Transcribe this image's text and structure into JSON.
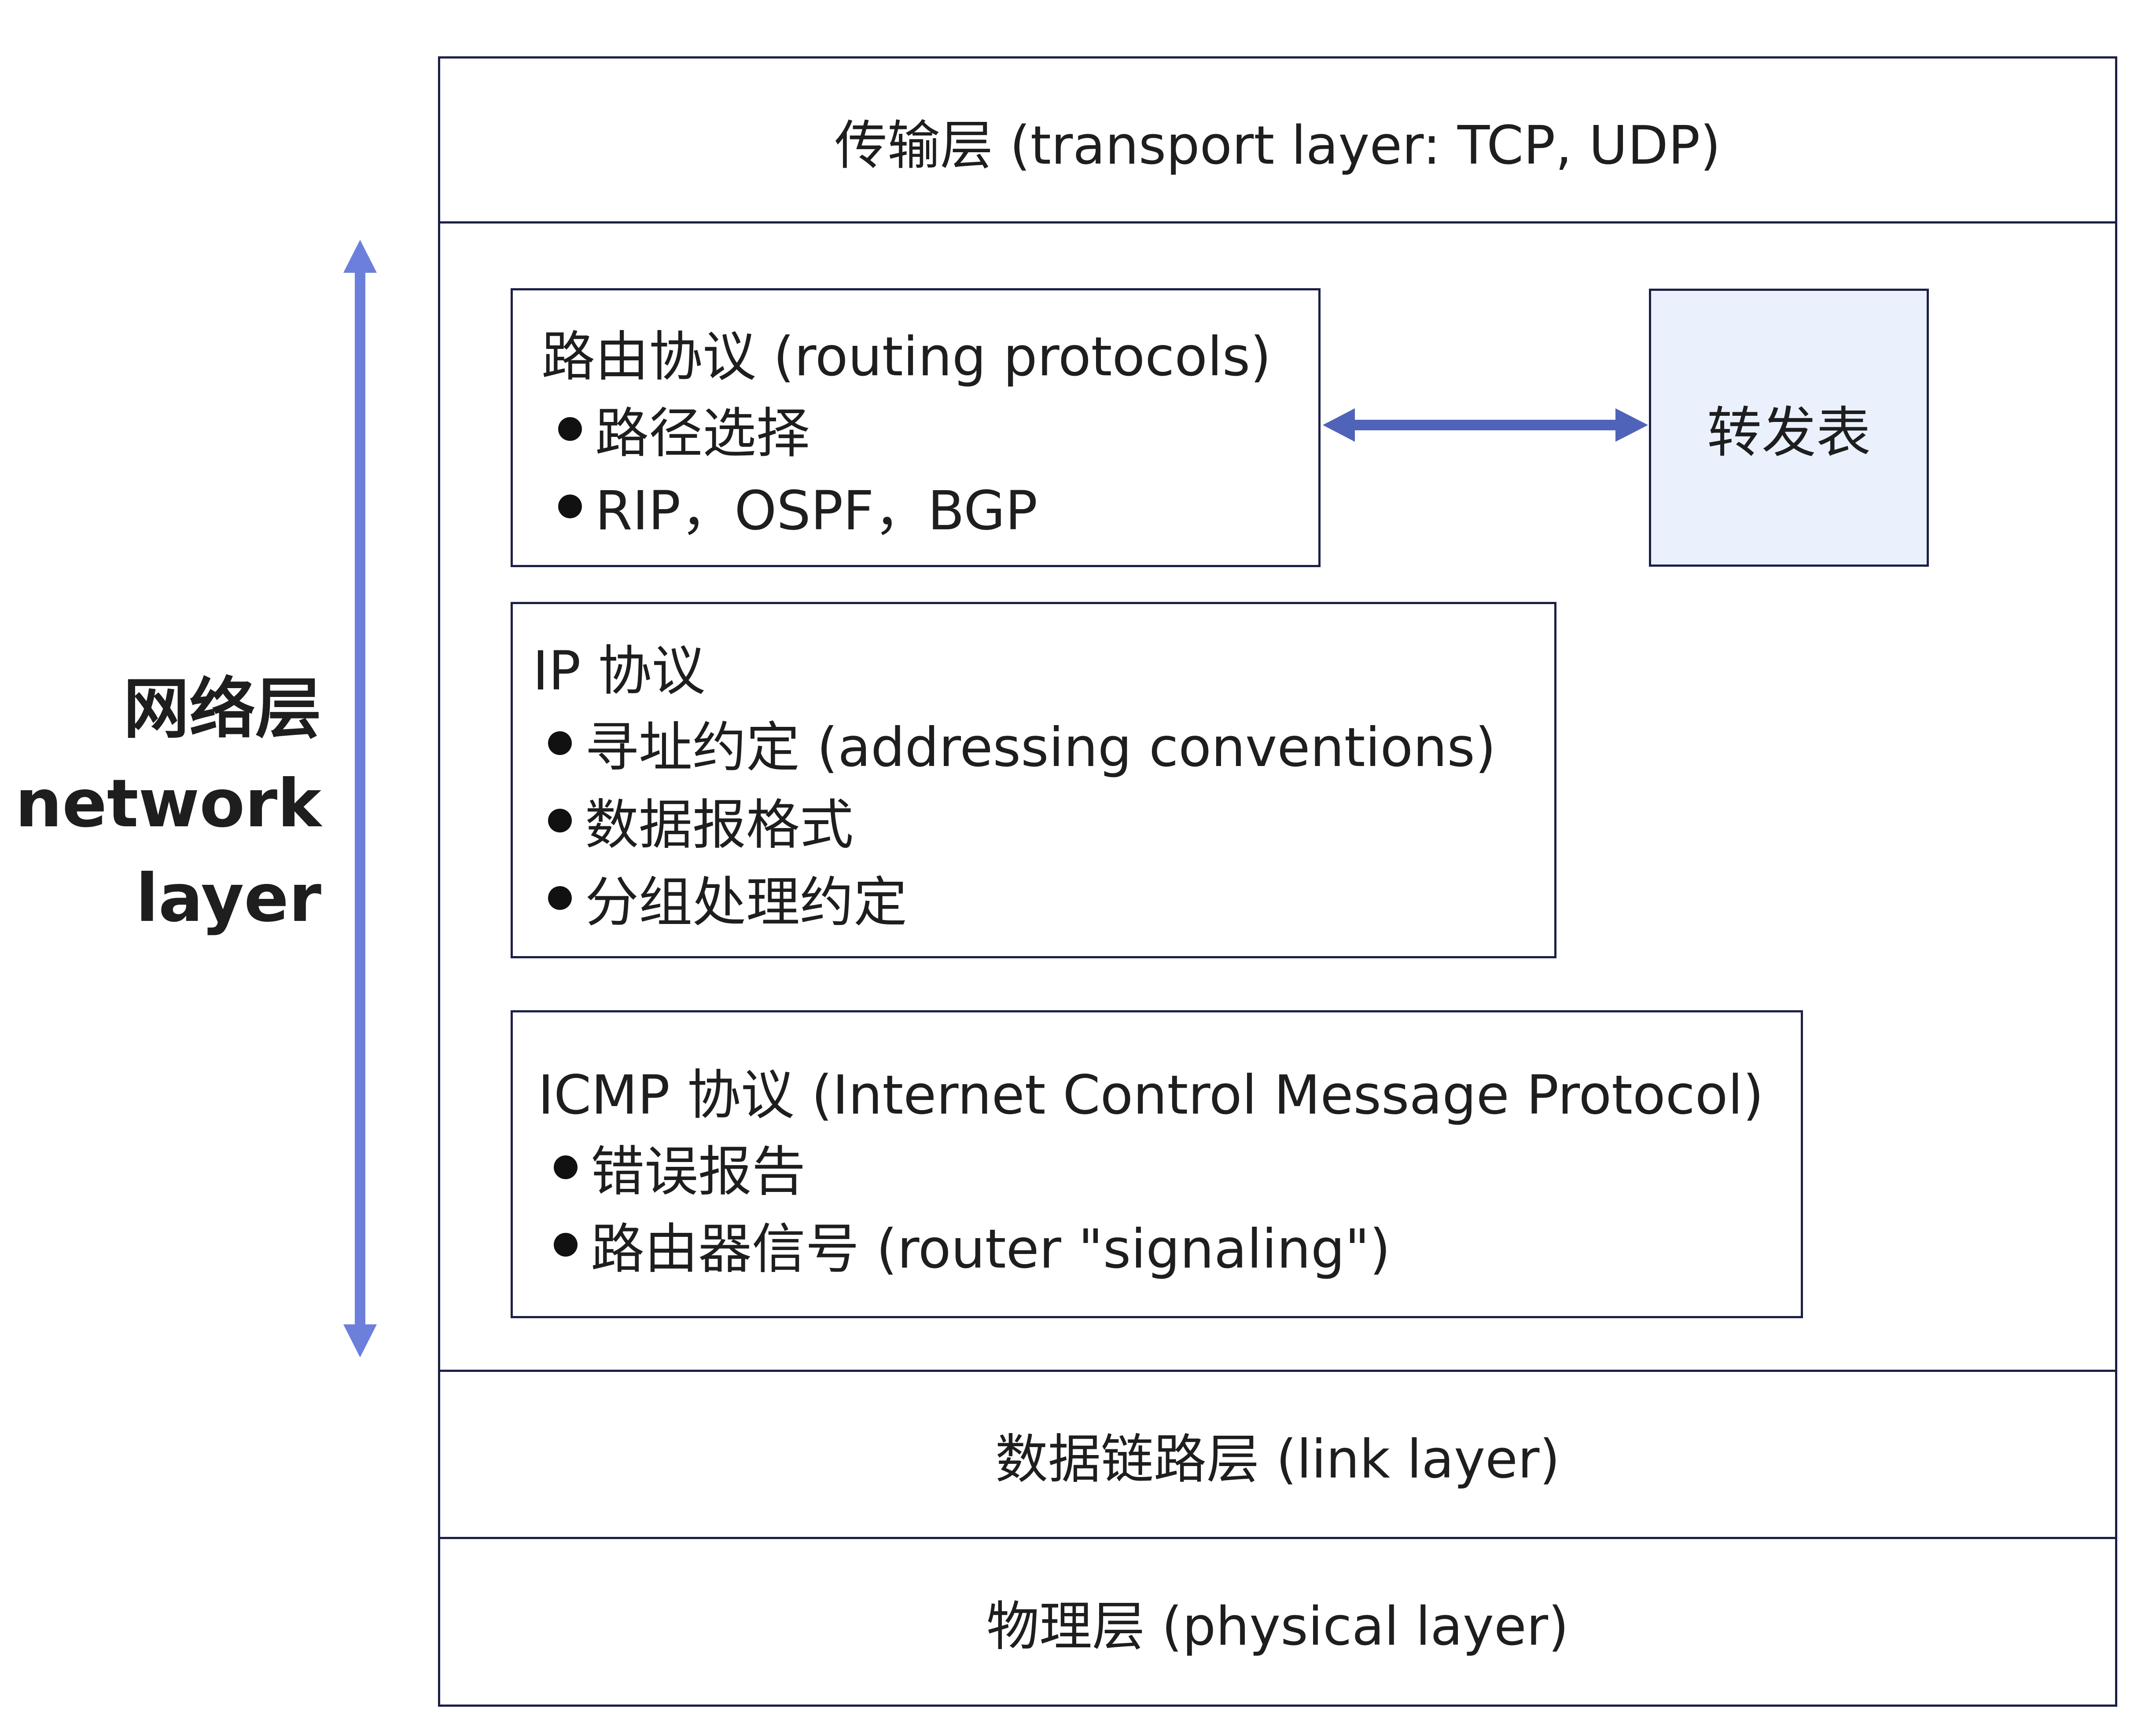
{
  "layers": {
    "transport": "传输层 (transport layer: TCP, UDP)",
    "link": "数据链路层 (link layer)",
    "physical": "物理层 (physical layer)"
  },
  "network_label": [
    "网络层",
    "network",
    "layer"
  ],
  "routing": {
    "title": "路由协议 (routing protocols)",
    "bullets": [
      "路径选择",
      "RIP，OSPF，BGP"
    ]
  },
  "forwarding_table": "转发表",
  "ip": {
    "title": "IP 协议",
    "bullets": [
      "寻址约定 (addressing conventions)",
      "数据报格式",
      "分组处理约定"
    ]
  },
  "icmp": {
    "title": "ICMP 协议 (Internet Control Message Protocol)",
    "bullets": [
      "错误报告",
      "路由器信号 (router \"signaling\")"
    ]
  },
  "colors": {
    "accent_arrow": "#6b7fdb",
    "connector_arrow": "#4f63b8",
    "border": "#1c2046",
    "forwarding_fill": "#eaf1fd"
  }
}
